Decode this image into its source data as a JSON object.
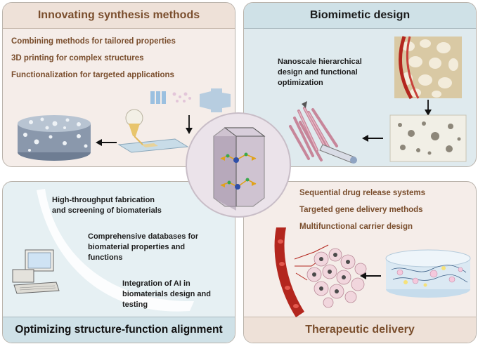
{
  "panels": {
    "top_left": {
      "title": "Innovating synthesis methods",
      "bullets": [
        "Combining methods for tailored properties",
        "3D printing for complex structures",
        "Functionalization for targeted applications"
      ]
    },
    "top_right": {
      "title": "Biomimetic design",
      "text_lines": [
        "Nanoscale hierarchical",
        "design and functional",
        "optimization"
      ]
    },
    "bottom_left": {
      "title": "Optimizing structure-function alignment",
      "blocks": [
        [
          "High-throughput fabrication",
          "and screening of biomaterials"
        ],
        [
          "Comprehensive databases for",
          "biomaterial properties and",
          "functions"
        ],
        [
          "Integration of AI in",
          "biomaterials design and",
          "testing"
        ]
      ]
    },
    "bottom_right": {
      "title": "Therapeutic delivery",
      "bullets": [
        "Sequential drug release systems",
        "Targeted gene delivery methods",
        "Multifunctional carrier design"
      ]
    }
  },
  "colors": {
    "brown_title": "#7a4e2d",
    "beige_panel": "#f5ede9",
    "blue_panel": "#dfeaee",
    "vessel_red": "#b3261e"
  },
  "icons": [
    "printer-nozzle-icon",
    "porous-disk-icon",
    "bone-vessel-icon",
    "nanofiber-bundle-icon",
    "computer-icon",
    "blood-vessel-icon",
    "hydrogel-cylinder-icon",
    "crystal-prism-icon"
  ]
}
